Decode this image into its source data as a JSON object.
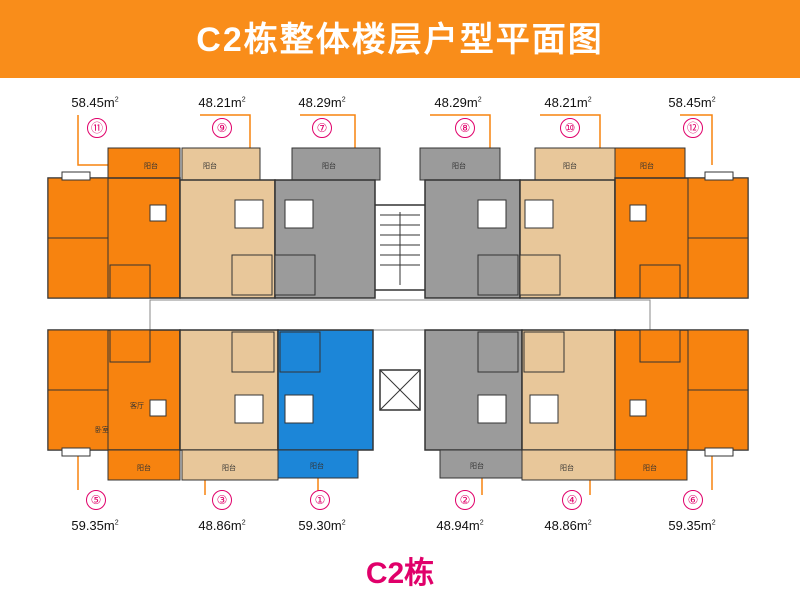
{
  "header": {
    "title": "C2栋整体楼层户型平面图"
  },
  "footer": {
    "title": "C2栋"
  },
  "colors": {
    "banner": "#f98d1a",
    "orange": "#f7830f",
    "tan": "#e8c79a",
    "gray": "#9b9b9b",
    "blue": "#1c86d8",
    "accent": "#e0006a"
  },
  "units_top": [
    {
      "num": "⑪",
      "area": "58.45m",
      "sup": "2"
    },
    {
      "num": "⑨",
      "area": "48.21m",
      "sup": "2"
    },
    {
      "num": "⑦",
      "area": "48.29m",
      "sup": "2"
    },
    {
      "num": "⑧",
      "area": "48.29m",
      "sup": "2"
    },
    {
      "num": "⑩",
      "area": "48.21m",
      "sup": "2"
    },
    {
      "num": "⑫",
      "area": "58.45m",
      "sup": "2"
    }
  ],
  "units_bottom": [
    {
      "num": "⑤",
      "area": "59.35m",
      "sup": "2"
    },
    {
      "num": "③",
      "area": "48.86m",
      "sup": "2"
    },
    {
      "num": "①",
      "area": "59.30m",
      "sup": "2"
    },
    {
      "num": "②",
      "area": "48.94m",
      "sup": "2"
    },
    {
      "num": "④",
      "area": "48.86m",
      "sup": "2"
    },
    {
      "num": "⑥",
      "area": "59.35m",
      "sup": "2"
    }
  ],
  "room_labels": {
    "balcony": "阳台",
    "living": "客厅",
    "bedroom": "卧室"
  }
}
